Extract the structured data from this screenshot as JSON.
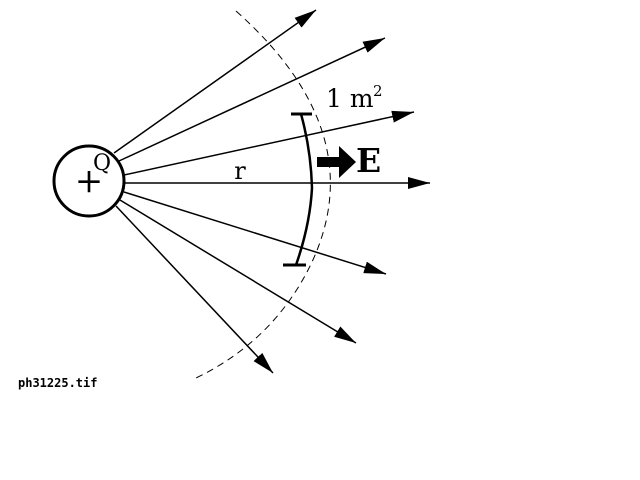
{
  "diagram": {
    "charge_symbol": "+",
    "charge_label": "Q",
    "radius_label": "r",
    "area_label": "1 m",
    "area_exponent": "2",
    "field_label": "E",
    "filename": "ph31225.tif"
  },
  "colors": {
    "background": "#ffffff",
    "ink": "#000000"
  }
}
